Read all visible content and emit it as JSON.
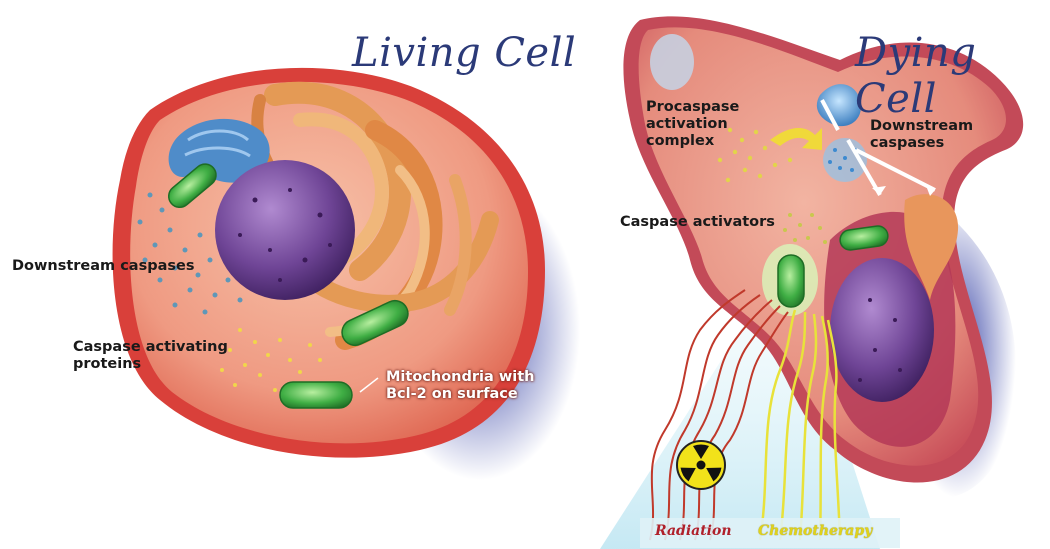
{
  "titles": {
    "living": "Living Cell",
    "dying": "Dying Cell"
  },
  "living_labels": {
    "downstream": "Downstream caspases",
    "activating_line1": "Caspase activating",
    "activating_line2": "proteins",
    "mito_line1": "Mitochondria with",
    "mito_line2": "Bcl-2 on surface"
  },
  "dying_labels": {
    "procaspase_line1": "Procaspase",
    "procaspase_line2": "activation",
    "procaspase_line3": "complex",
    "downstream_line1": "Downstream",
    "downstream_line2": "caspases",
    "activators": "Caspase activators",
    "radiation": "Radiation",
    "chemo": "Chemotherapy"
  },
  "colors": {
    "title": "#2b3a78",
    "cell_membrane": "#d9403a",
    "nucleus": "#6a3f8f",
    "mitochondria": "#2f9a3a",
    "er": "#e49a55",
    "radiation": "#c0392b",
    "chemo": "#e8e23a"
  },
  "icons": {
    "radiation_symbol": "radiation-icon"
  }
}
